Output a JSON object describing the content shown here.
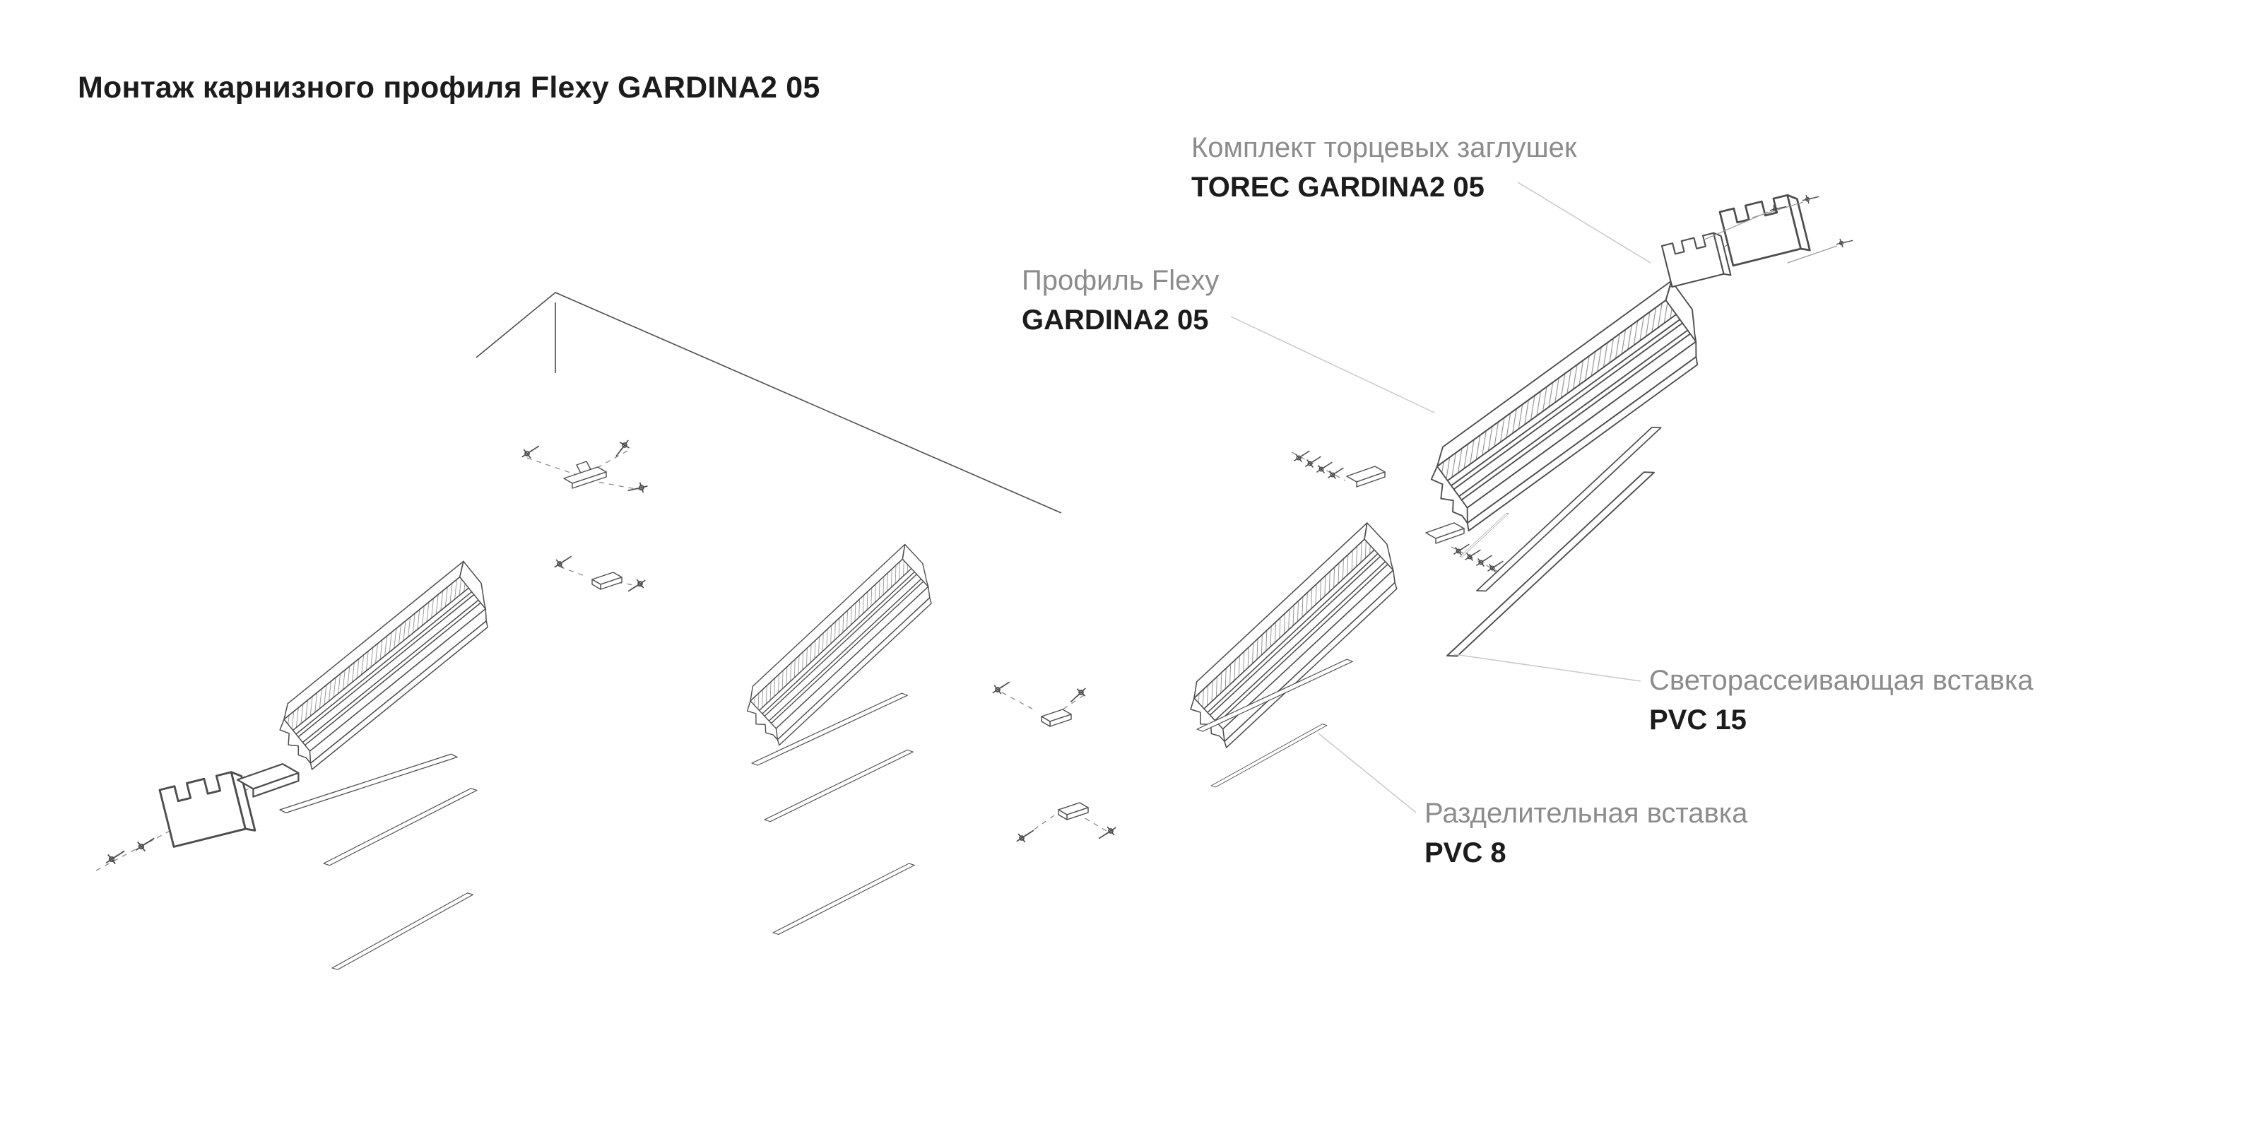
{
  "title": "Монтаж карнизного профиля Flexy GARDINA2 05",
  "labels": {
    "end_caps": {
      "name": "Комплект торцевых заглушек",
      "code": "TOREC GARDINA2 05"
    },
    "profile": {
      "name": "Профиль Flexy",
      "code": "GARDINA2 05"
    },
    "diffuser_insert": {
      "name": "Светорассеивающая вставка",
      "code": "PVC 15"
    },
    "divider_insert": {
      "name": "Разделительная вставка",
      "code": "PVC 8"
    }
  },
  "colors": {
    "background": "#ffffff",
    "text_primary": "#1c1c1c",
    "text_secondary": "#8c8c8c",
    "line_art": "#4d4d4d",
    "hatch": "#8f8f8f",
    "leader_line": "#c9c9c9"
  }
}
